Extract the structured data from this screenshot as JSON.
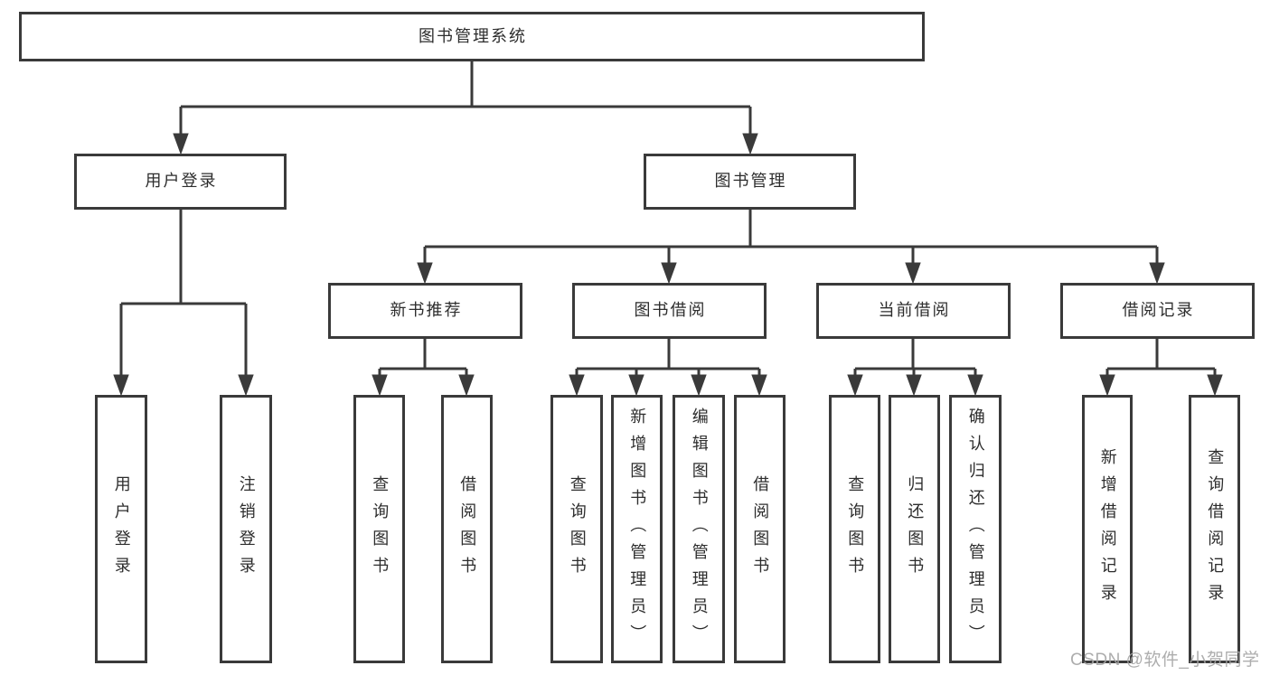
{
  "diagram": {
    "root": "图书管理系统",
    "level2": [
      {
        "label": "用户登录",
        "children": [
          "用户登录",
          "注销登录"
        ]
      },
      {
        "label": "图书管理",
        "modules": [
          {
            "label": "新书推荐",
            "children": [
              "查询图书",
              "借阅图书"
            ]
          },
          {
            "label": "图书借阅",
            "children": [
              "查询图书",
              "新增图书（管理员）",
              "编辑图书（管理员）",
              "借阅图书"
            ]
          },
          {
            "label": "当前借阅",
            "children": [
              "查询图书",
              "归还图书",
              "确认归还（管理员）"
            ]
          },
          {
            "label": "借阅记录",
            "children": [
              "新增借阅记录",
              "查询借阅记录"
            ]
          }
        ]
      }
    ]
  },
  "watermark": "CSDN @软件_小贺同学",
  "colors": {
    "line": "#3a3a3a",
    "text": "#2d2d2d",
    "boxbg": "#ffffff",
    "background": "#ffffff",
    "watermark": "#a5a5a5"
  }
}
